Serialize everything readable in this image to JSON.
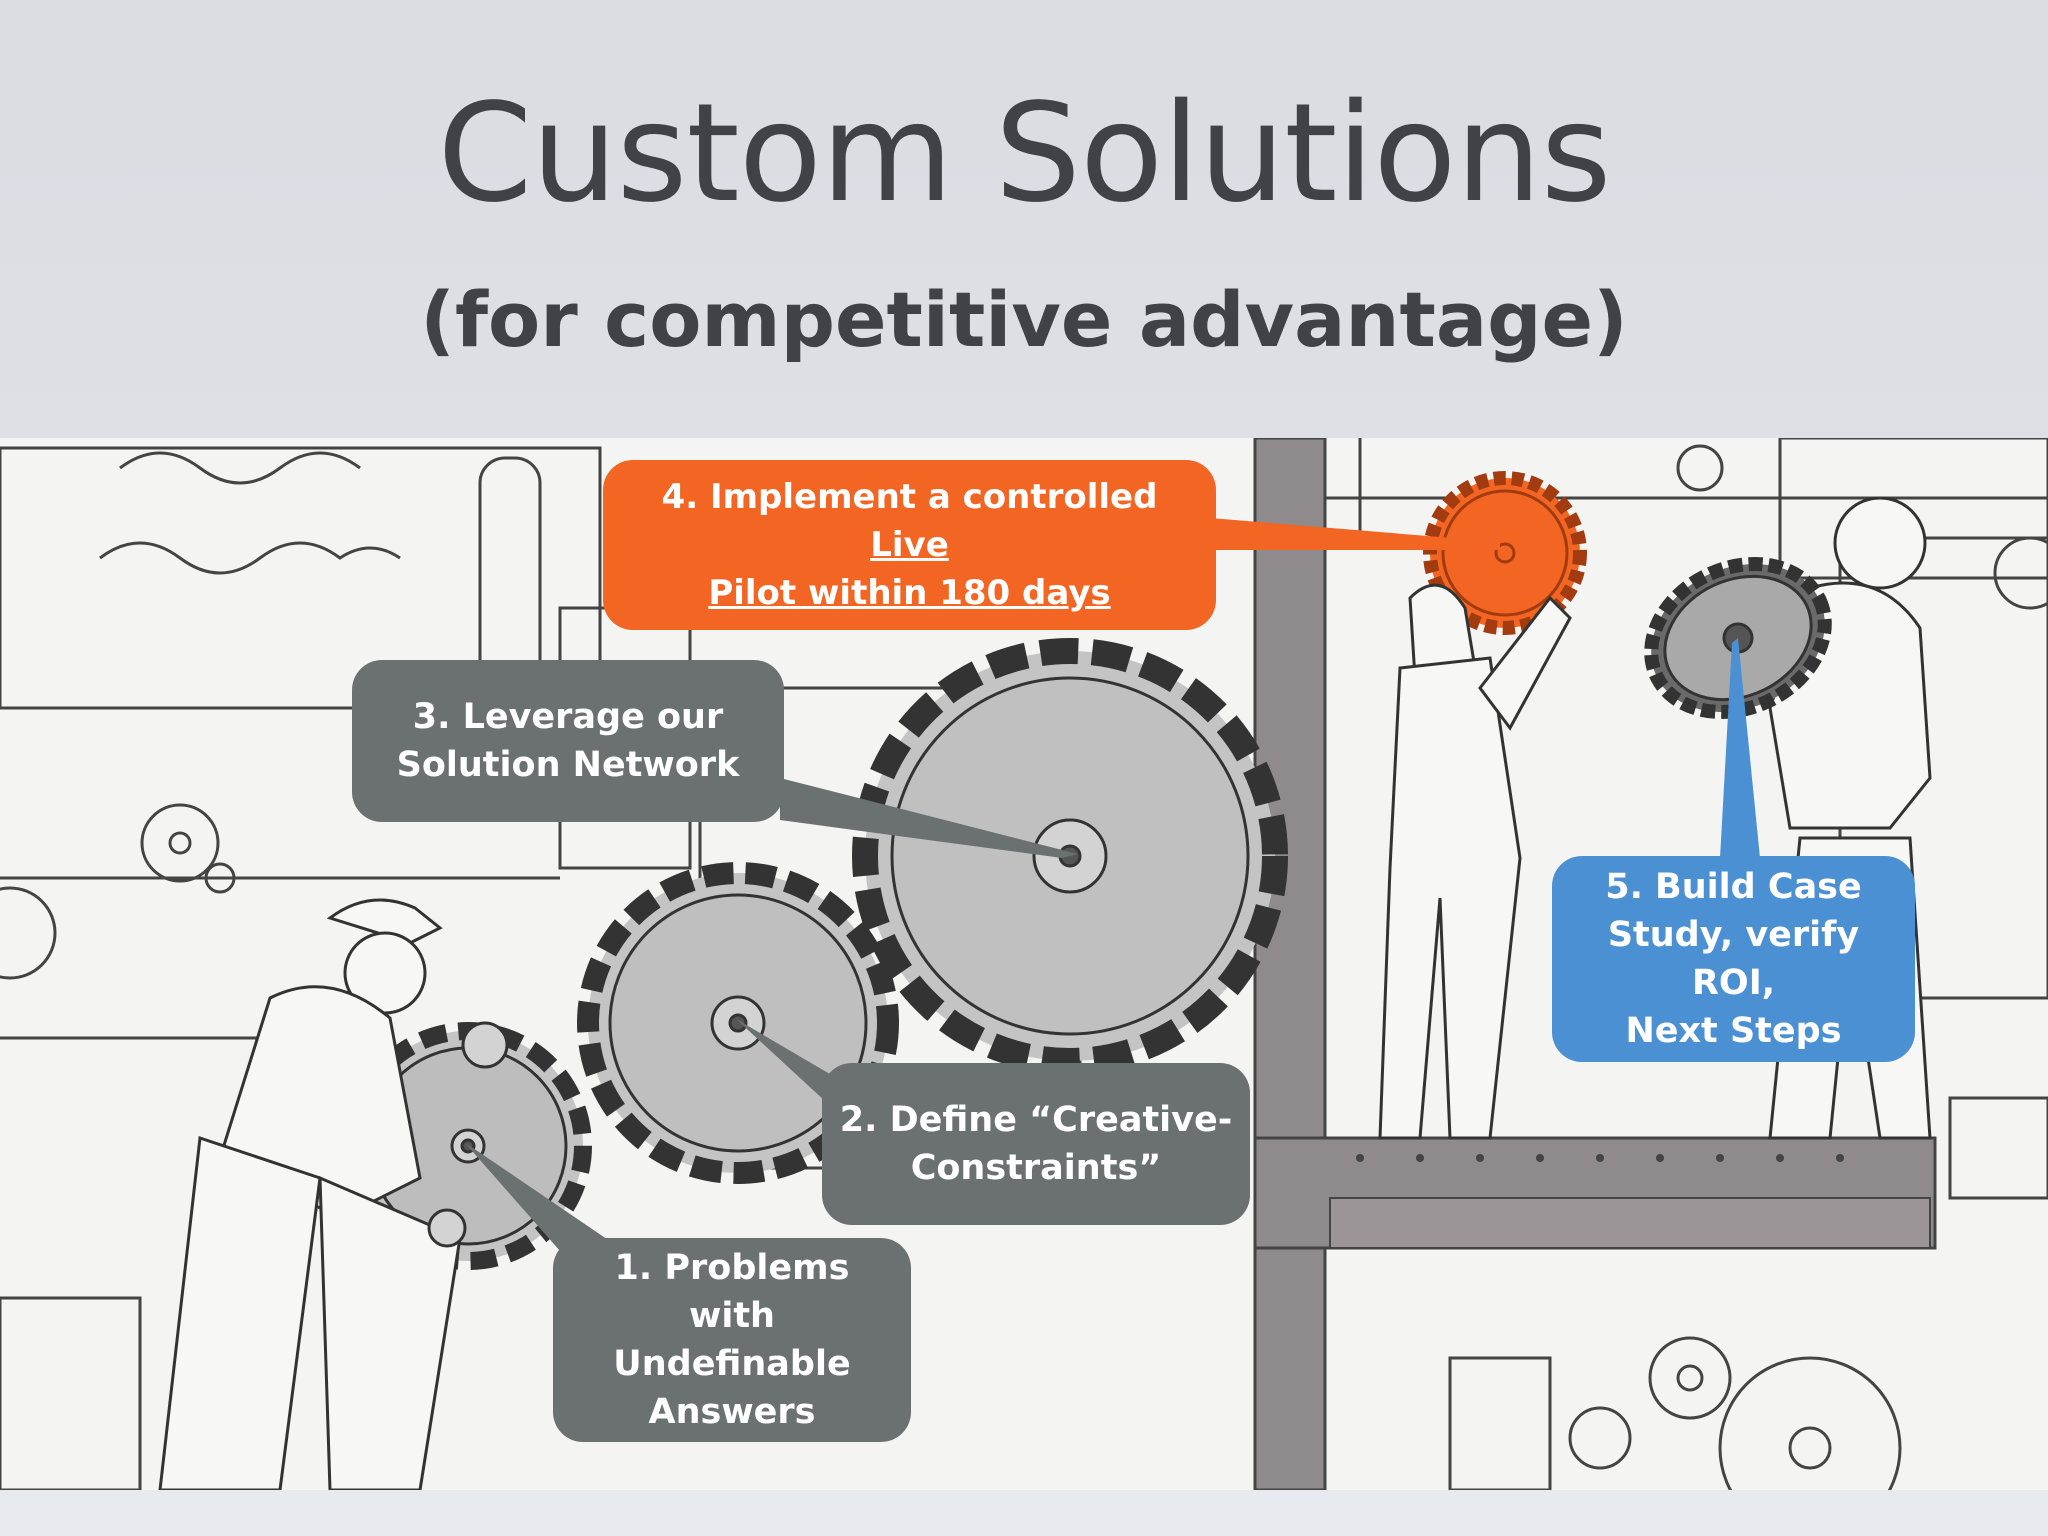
{
  "slide": {
    "title": "Custom Solutions",
    "subtitle": "(for competitive advantage)"
  },
  "callouts": {
    "step1": {
      "line1": "1. Problems with",
      "line2": "Undefinable",
      "line3": "Answers"
    },
    "step2": {
      "line1": "2. Define “Creative-",
      "line2": "Constraints”"
    },
    "step3": {
      "line1": "3. Leverage our",
      "line2": "Solution Network"
    },
    "step4": {
      "line1_plain": "4. Implement a controlled ",
      "line1_underlined": "Live",
      "line2_underlined": "Pilot within 180 days"
    },
    "step5": {
      "line1": "5. Build Case",
      "line2": "Study, verify ROI,",
      "line3": "Next Steps"
    }
  },
  "colors": {
    "gray_callout": "#6b7070",
    "orange_callout": "#f26522",
    "blue_callout": "#4a90d2",
    "title_text": "#3f4347"
  }
}
